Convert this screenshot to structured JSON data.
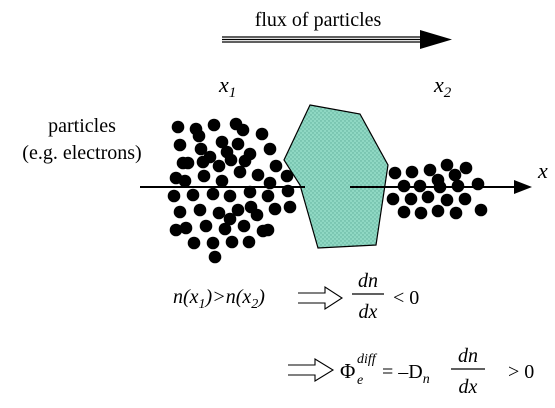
{
  "flux_label": "flux of particles",
  "positions": {
    "x1": {
      "base": "x",
      "sub": "1"
    },
    "x2": {
      "base": "x",
      "sub": "2"
    }
  },
  "axis_label": "x",
  "particles_label": {
    "line1": "particles",
    "line2": "(e.g. electrons)"
  },
  "equation1": {
    "lhs": {
      "n1": "n(x",
      "sub1": "1",
      "close1": ")>n(x",
      "sub2": "2",
      "close2": ")"
    },
    "derivative": {
      "numerator": "dn",
      "denominator": "dx"
    },
    "relation": "< 0"
  },
  "equation2": {
    "symbol": "Φ",
    "superscript": "diff",
    "subscript": "e",
    "equals": "= –D",
    "coef_sub": "n",
    "derivative": {
      "numerator": "dn",
      "denominator": "dx"
    },
    "relation": "> 0"
  },
  "colors": {
    "barrier_fill": "#8fd8c3",
    "particle": "#000000"
  },
  "particle_counts": {
    "left_cluster": 58,
    "right_cluster": 22
  }
}
